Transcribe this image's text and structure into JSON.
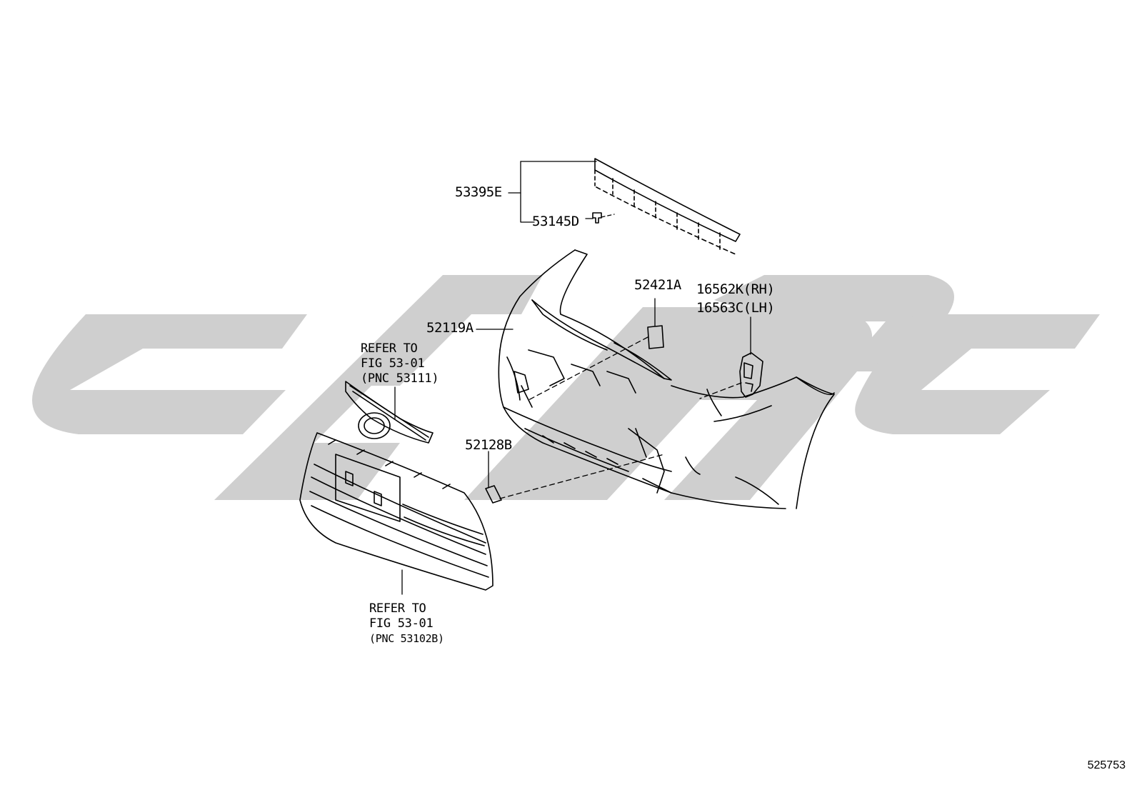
{
  "colors": {
    "watermark": "#cfcfcf",
    "line": "#000000",
    "background": "#ffffff"
  },
  "diagram_id": "525753",
  "parts": [
    {
      "key": "p53395E",
      "number": "53395E"
    },
    {
      "key": "p53145D",
      "number": "53145D"
    },
    {
      "key": "p52421A",
      "number": "52421A"
    },
    {
      "key": "p16562K",
      "number": "16562K(RH)"
    },
    {
      "key": "p16563C",
      "number": "16563C(LH)"
    },
    {
      "key": "p52119A",
      "number": "52119A"
    },
    {
      "key": "p52128B",
      "number": "52128B"
    }
  ],
  "references": [
    {
      "lines": [
        "REFER TO",
        "FIG 53-01",
        "(PNC 53111)"
      ]
    },
    {
      "lines": [
        "REFER TO",
        "FIG 53-01",
        "(PNC 53102B)"
      ]
    }
  ]
}
